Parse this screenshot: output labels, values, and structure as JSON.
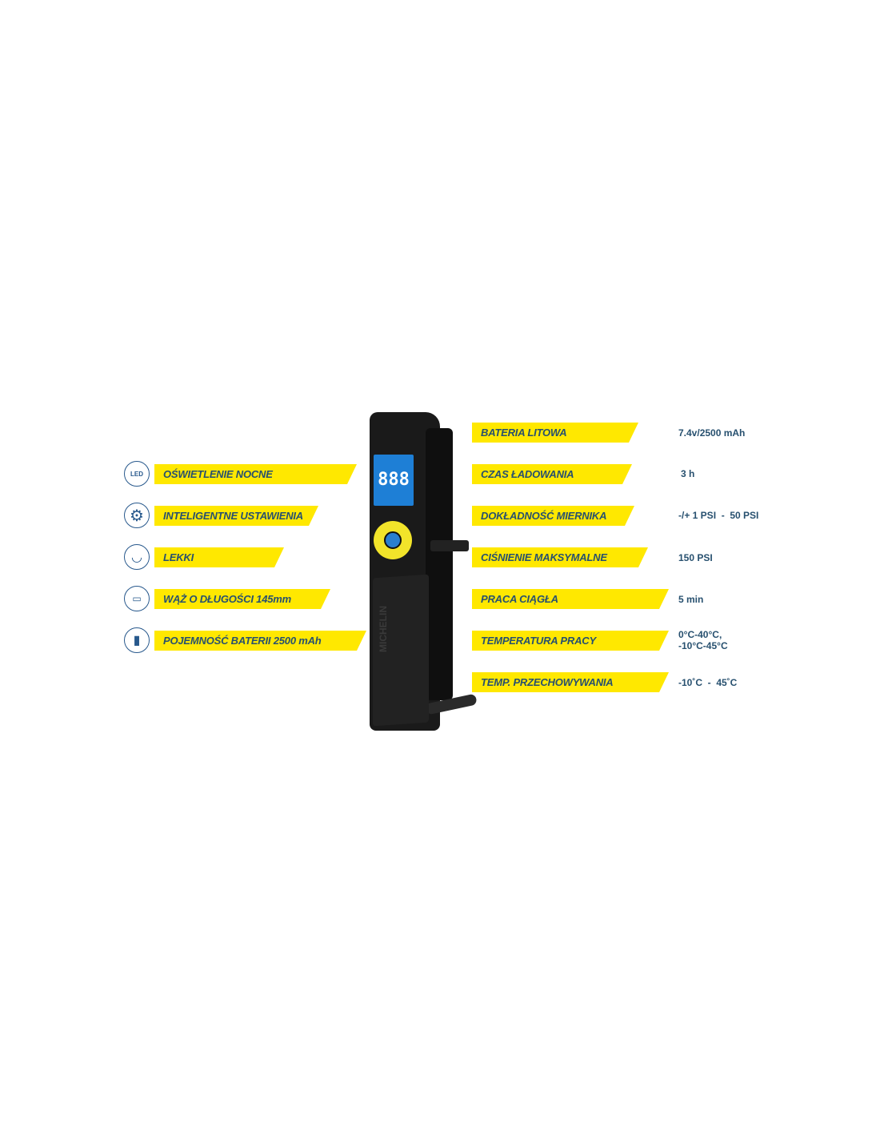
{
  "features": [
    {
      "label": "OŚWIETLENIE NOCNE",
      "icon": "led-light-icon",
      "icon_text": "LED"
    },
    {
      "label": "INTELIGENTNE USTAWIENIA",
      "icon": "gear-icon",
      "icon_text": "⚙"
    },
    {
      "label": "LEKKI",
      "icon": "feather-icon",
      "icon_text": "◡"
    },
    {
      "label": "WĄŻ O DŁUGOŚCI 145mm",
      "icon": "ruler-icon",
      "icon_text": "▭"
    },
    {
      "label": "POJEMNOŚĆ BATERII 2500 mAh",
      "icon": "battery-icon",
      "icon_text": "▮"
    }
  ],
  "specs": [
    {
      "label": "BATERIA LITOWA",
      "value": "7.4v/2500 mAh"
    },
    {
      "label": "CZAS ŁADOWANIA",
      "value": "3 h"
    },
    {
      "label": "DOKŁADNOŚĆ MIERNIKA",
      "value": "-/+ 1 PSI  -  50 PSI"
    },
    {
      "label": "CIŚNIENIE MAKSYMALNE",
      "value": "150 PSI"
    },
    {
      "label": "PRACA CIĄGŁA",
      "value": "5 min"
    },
    {
      "label": "TEMPERATURA PRACY",
      "value": "0°C-40°C,\n-10°C-45°C"
    },
    {
      "label": "TEMP. PRZECHOWYWANIA",
      "value": "-10˚C  -  45˚C"
    }
  ],
  "device": {
    "display": "888",
    "brand": "MICHELIN",
    "colors": {
      "body": "#151515",
      "screen": "#1e7fd6",
      "buttons": "#f2e42a",
      "power": "#2a7fd0"
    }
  }
}
